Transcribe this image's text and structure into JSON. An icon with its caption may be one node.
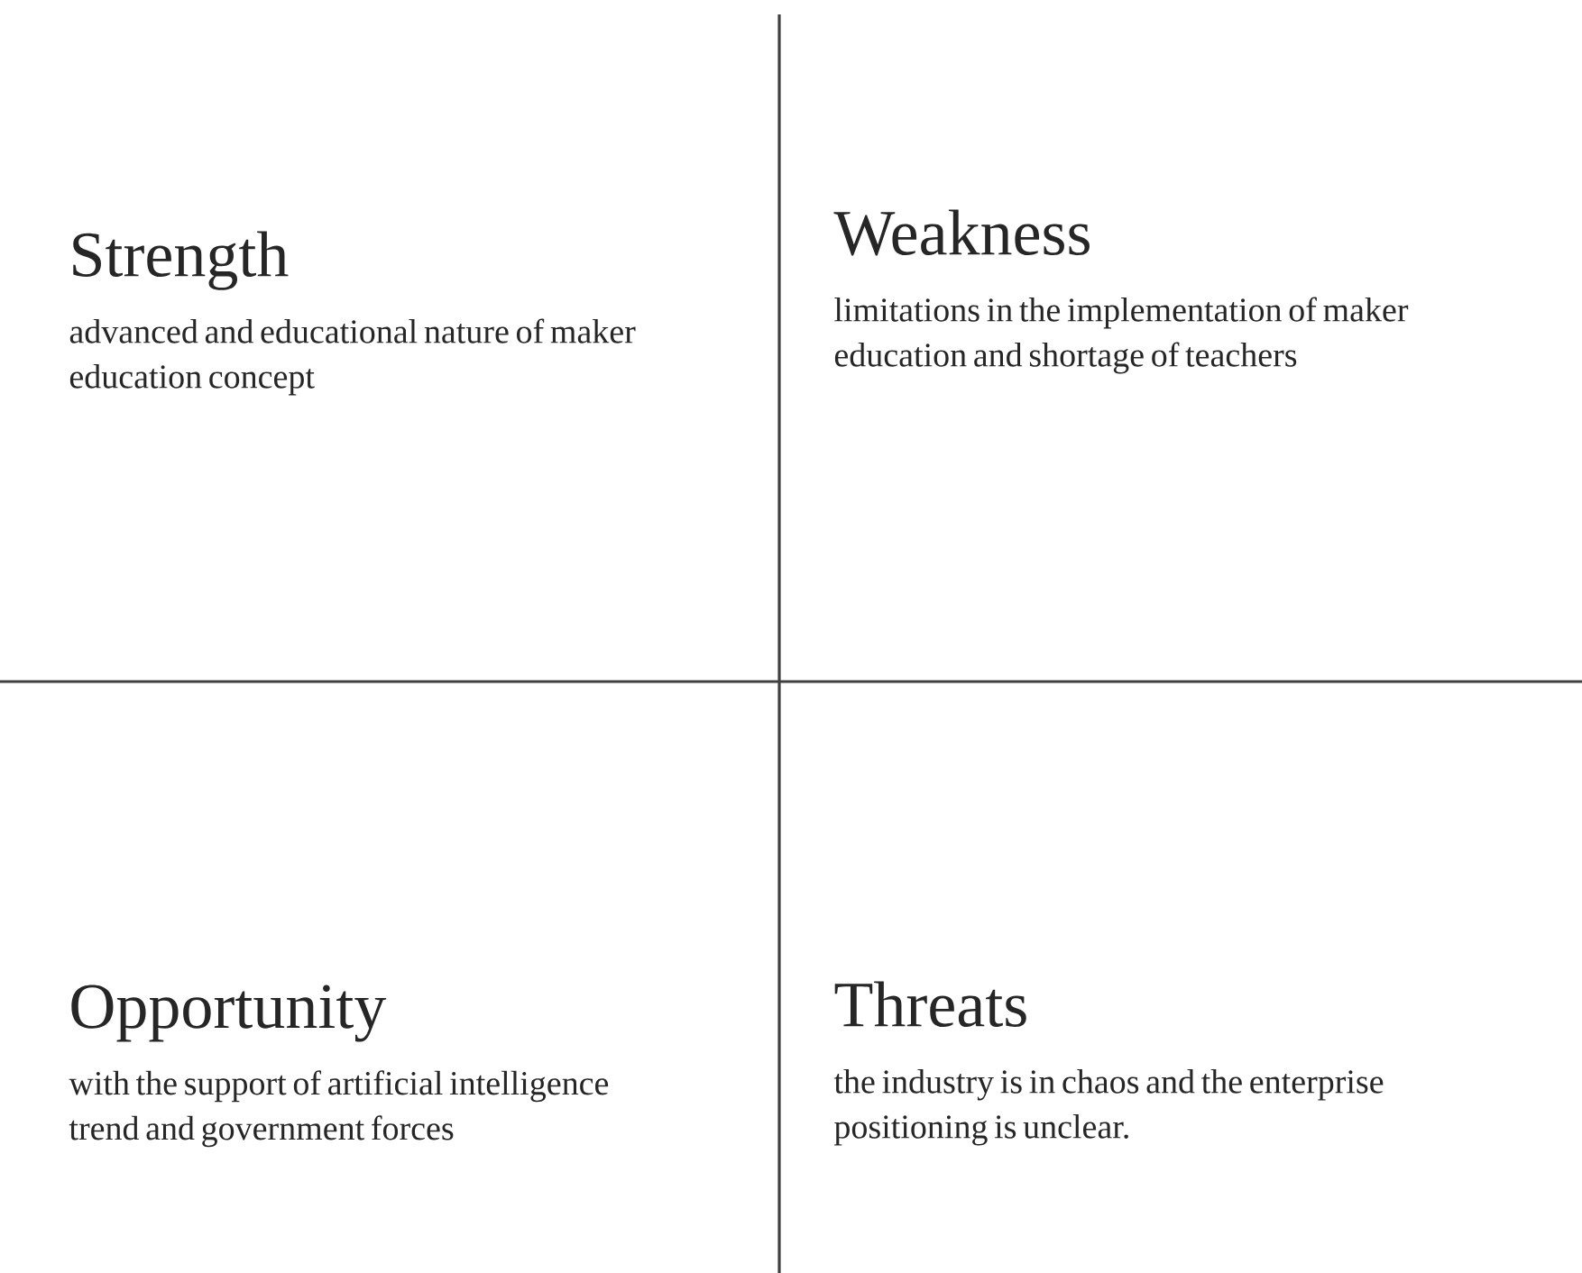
{
  "diagram": {
    "nodes": [
      {
        "text": [
          "Strength",
          "advanced and educational nature of maker education concept"
        ]
      },
      {
        "text": [
          "Weakness",
          "limitations in the implementation of maker education and shortage of teachers"
        ]
      },
      {
        "text": [
          "Opportunity",
          "with the support of artificial intelligence trend and government forces"
        ]
      },
      {
        "text": [
          "Threats",
          "the industry is in chaos and the enterprise positioning is unclear."
        ]
      }
    ]
  }
}
